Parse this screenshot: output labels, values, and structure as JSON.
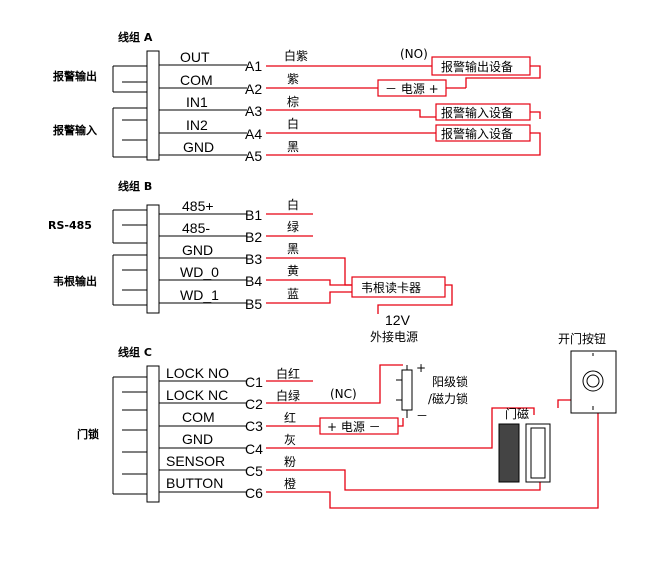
{
  "groupA": {
    "title": "线组 A",
    "section_alarm_out": "报警输出",
    "section_alarm_in": "报警输入",
    "rows": [
      {
        "signal": "OUT",
        "pin": "A1",
        "color": "白紫"
      },
      {
        "signal": "COM",
        "pin": "A2",
        "color": "紫"
      },
      {
        "signal": "IN1",
        "pin": "A3",
        "color": "棕"
      },
      {
        "signal": "IN2",
        "pin": "A4",
        "color": "白"
      },
      {
        "signal": "GND",
        "pin": "A5",
        "color": "黑"
      }
    ],
    "no_label": "(NO)",
    "alarm_out_device": "报警输出设备",
    "power_box": "－ 电源 +",
    "alarm_in_device_1": "报警输入设备",
    "alarm_in_device_2": "报警输入设备"
  },
  "groupB": {
    "title": "线组 B",
    "section_rs485": "RS-485",
    "section_wiegand": "韦根输出",
    "rows": [
      {
        "signal": "485+",
        "pin": "B1",
        "color": "白"
      },
      {
        "signal": "485-",
        "pin": "B2",
        "color": "绿"
      },
      {
        "signal": "GND",
        "pin": "B3",
        "color": "黑"
      },
      {
        "signal": "WD_0",
        "pin": "B4",
        "color": "黄"
      },
      {
        "signal": "WD_1",
        "pin": "B5",
        "color": "蓝"
      }
    ],
    "reader_box": "韦根读卡器"
  },
  "external_power": {
    "voltage": "12V",
    "label": "外接电源"
  },
  "groupC": {
    "title": "线组 C",
    "section_lock": "门锁",
    "rows": [
      {
        "signal": "LOCK NO",
        "pin": "C1",
        "color": "白红"
      },
      {
        "signal": "LOCK NC",
        "pin": "C2",
        "color": "白绿"
      },
      {
        "signal": "COM",
        "pin": "C3",
        "color": "红"
      },
      {
        "signal": "GND",
        "pin": "C4",
        "color": "灰"
      },
      {
        "signal": "SENSOR",
        "pin": "C5",
        "color": "粉"
      },
      {
        "signal": "BUTTON",
        "pin": "C6",
        "color": "橙"
      }
    ],
    "nc_label": "(NC)",
    "power_box": "+ 电源 －",
    "plus": "+",
    "minus": "－",
    "lock_label_1": "阳级锁",
    "lock_label_2": "/磁力锁",
    "door_magnet": "门磁",
    "exit_button": "开门按钮"
  }
}
